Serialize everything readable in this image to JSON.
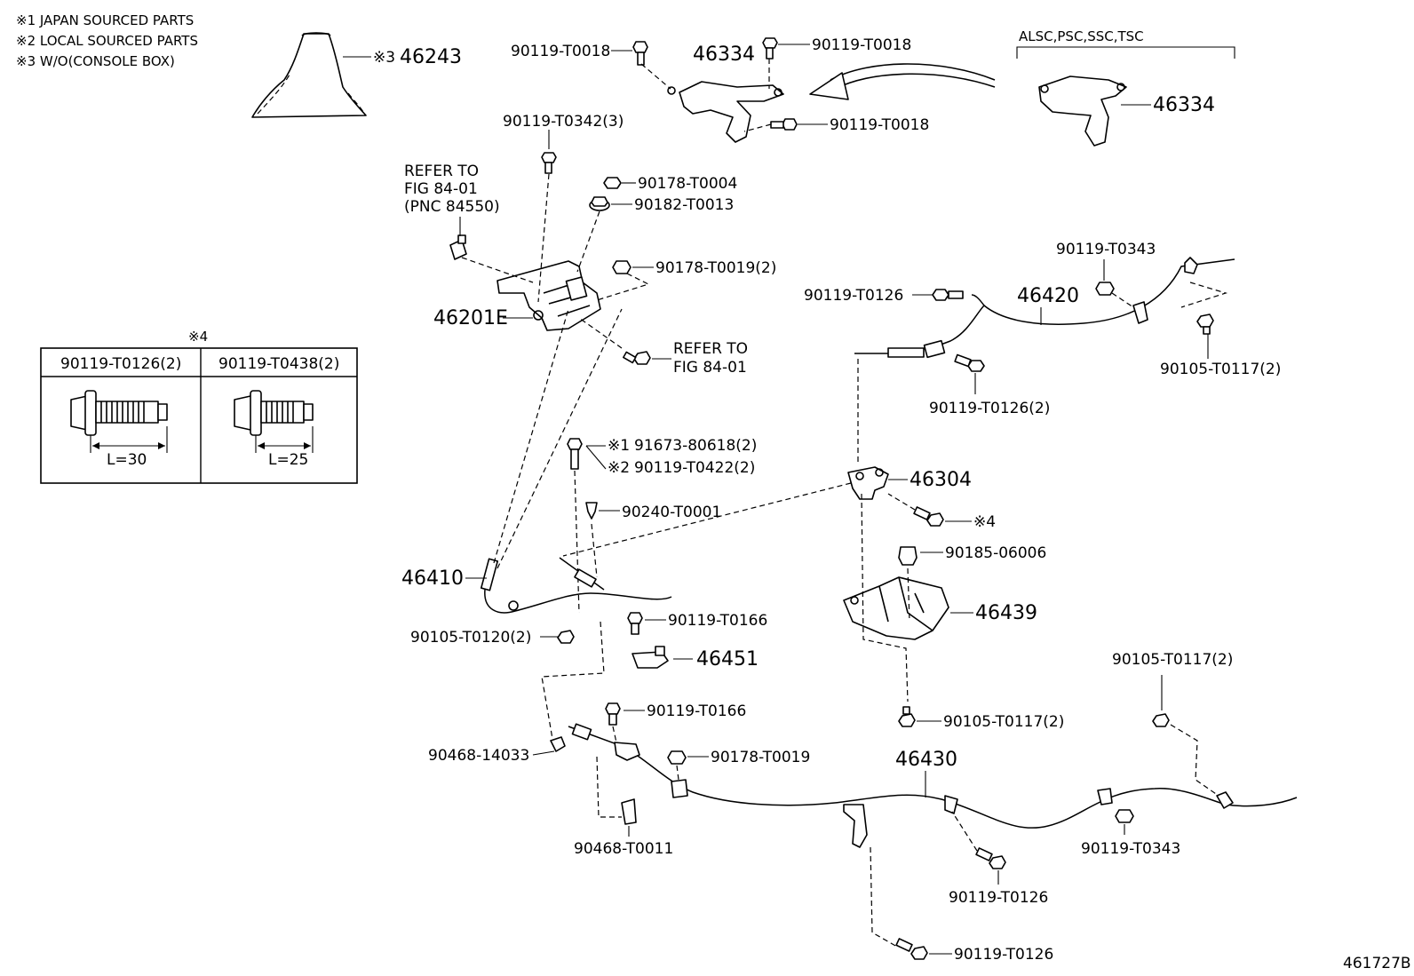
{
  "legend": {
    "note1": "※1 JAPAN SOURCED PARTS",
    "note2": "※2 LOCAL SOURCED PARTS",
    "note3": "※3 W/O(CONSOLE BOX)"
  },
  "inset": {
    "mark": "※4",
    "col1_header": "90119-T0126(2)",
    "col2_header": "90119-T0438(2)",
    "col1_length": "L=30",
    "col2_length": "L=25"
  },
  "variant_label": "ALSC,PSC,SSC,TSC",
  "drawing_number": "461727B",
  "labels": {
    "boot_mark": "※3",
    "p46243": "46243",
    "p46334a": "46334",
    "p46334b": "46334",
    "b0018a": "90119-T0018",
    "b0018b": "90119-T0018",
    "b0018c": "90119-T0018",
    "b0342": "90119-T0342(3)",
    "n0004": "90178-T0004",
    "n0013": "90182-T0013",
    "n0019_2": "90178-T0019(2)",
    "refer1_l1": "REFER TO",
    "refer1_l2": "FIG 84-01",
    "refer1_l3": "(PNC 84550)",
    "refer2_l1": "REFER TO",
    "refer2_l2": "FIG 84-01",
    "p46201e": "46201E",
    "b0343a": "90119-T0343",
    "b0126a": "90119-T0126",
    "p46420": "46420",
    "b0126_2": "90119-T0126(2)",
    "b0117a": "90105-T0117(2)",
    "m1": "※1",
    "m2": "※2",
    "b80618": "91673-80618(2)",
    "b0422": "90119-T0422(2)",
    "p46304": "46304",
    "c0001": "90240-T0001",
    "x4": "※4",
    "n06006": "90185-06006",
    "p46410": "46410",
    "p46439": "46439",
    "b0120": "90105-T0120(2)",
    "b0166a": "90119-T0166",
    "p46451": "46451",
    "b0117b": "90105-T0117(2)",
    "b0117c": "90105-T0117(2)",
    "b0166b": "90119-T0166",
    "c14033": "90468-14033",
    "n0019": "90178-T0019",
    "p46430": "46430",
    "c0011": "90468-T0011",
    "b0343b": "90119-T0343",
    "b0126b": "90119-T0126",
    "b0126c": "90119-T0126"
  }
}
